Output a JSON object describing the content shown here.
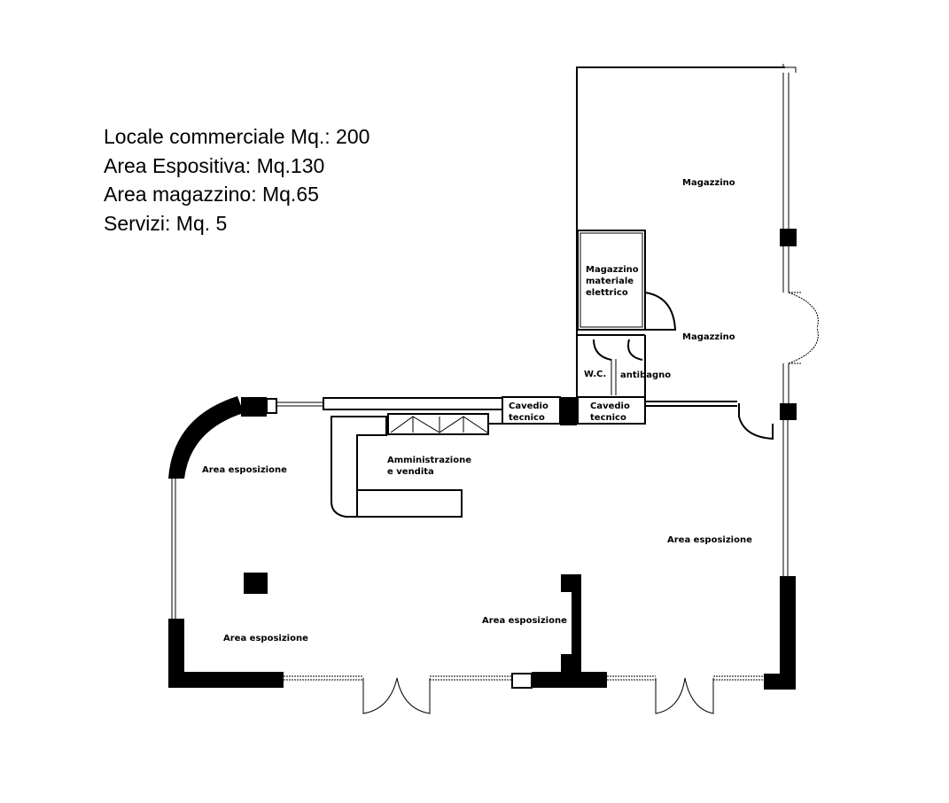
{
  "summary": {
    "lines": [
      "Locale commerciale Mq.: 200",
      "Area Espositiva: Mq.130",
      "Area magazzino: Mq.65",
      "Servizi: Mq. 5"
    ]
  },
  "rooms": {
    "magazzino_top": "Magazzino",
    "magazzino_mid": "Magazzino",
    "mag_materiale": [
      "Magazzino",
      "materiale",
      "elettrico"
    ],
    "wc": "W.C.",
    "antibagno": "antibagno",
    "cavedio_left": [
      "Cavedio",
      "tecnico"
    ],
    "cavedio_right": [
      "Cavedio",
      "tecnico"
    ],
    "amministrazione": [
      "Amministrazione",
      "e vendita"
    ],
    "area_top_left": "Area esposizione",
    "area_right": "Area esposizione",
    "area_center": "Area esposizione",
    "area_bottom_left": "Area esposizione"
  }
}
